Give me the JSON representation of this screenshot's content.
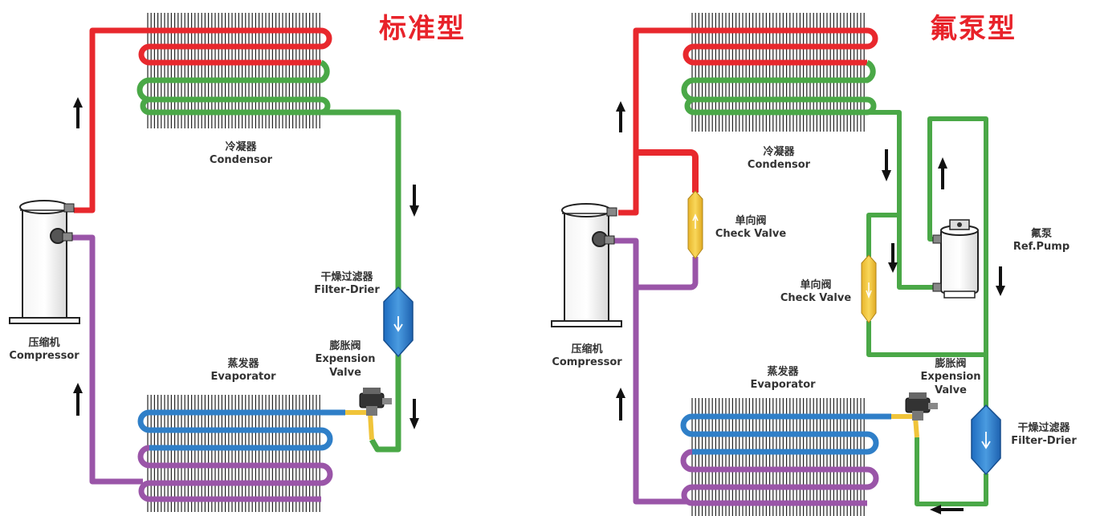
{
  "left": {
    "title": "标准型",
    "condenser": {
      "cn": "冷凝器",
      "en": "Condensor"
    },
    "compressor": {
      "cn": "压缩机",
      "en": "Compressor"
    },
    "evaporator": {
      "cn": "蒸发器",
      "en": "Evaporator"
    },
    "filter_drier": {
      "cn": "干燥过滤器",
      "en": "Filter-Drier"
    },
    "expansion_valve": {
      "cn": "膨胀阀",
      "en1": "Expension",
      "en2": "Valve"
    }
  },
  "right": {
    "title": "氟泵型",
    "condenser": {
      "cn": "冷凝器",
      "en": "Condensor"
    },
    "compressor": {
      "cn": "压缩机",
      "en": "Compressor"
    },
    "evaporator": {
      "cn": "蒸发器",
      "en": "Evaporator"
    },
    "check_valve_1": {
      "cn": "单向阀",
      "en": "Check Valve"
    },
    "check_valve_2": {
      "cn": "单向阀",
      "en": "Check Valve"
    },
    "ref_pump": {
      "cn": "氟泵",
      "en": "Ref.Pump"
    },
    "filter_drier": {
      "cn": "干燥过滤器",
      "en": "Filter-Drier"
    },
    "expansion_valve": {
      "cn": "膨胀阀",
      "en1": "Expension",
      "en2": "Valve"
    }
  },
  "colors": {
    "hot_gas": "#e8282d",
    "liquid": "#4aa847",
    "low_pressure": "#2f7fc8",
    "suction": "#9a55a8",
    "valve_yellow": "#f0c43a",
    "title": "#e8232a"
  }
}
